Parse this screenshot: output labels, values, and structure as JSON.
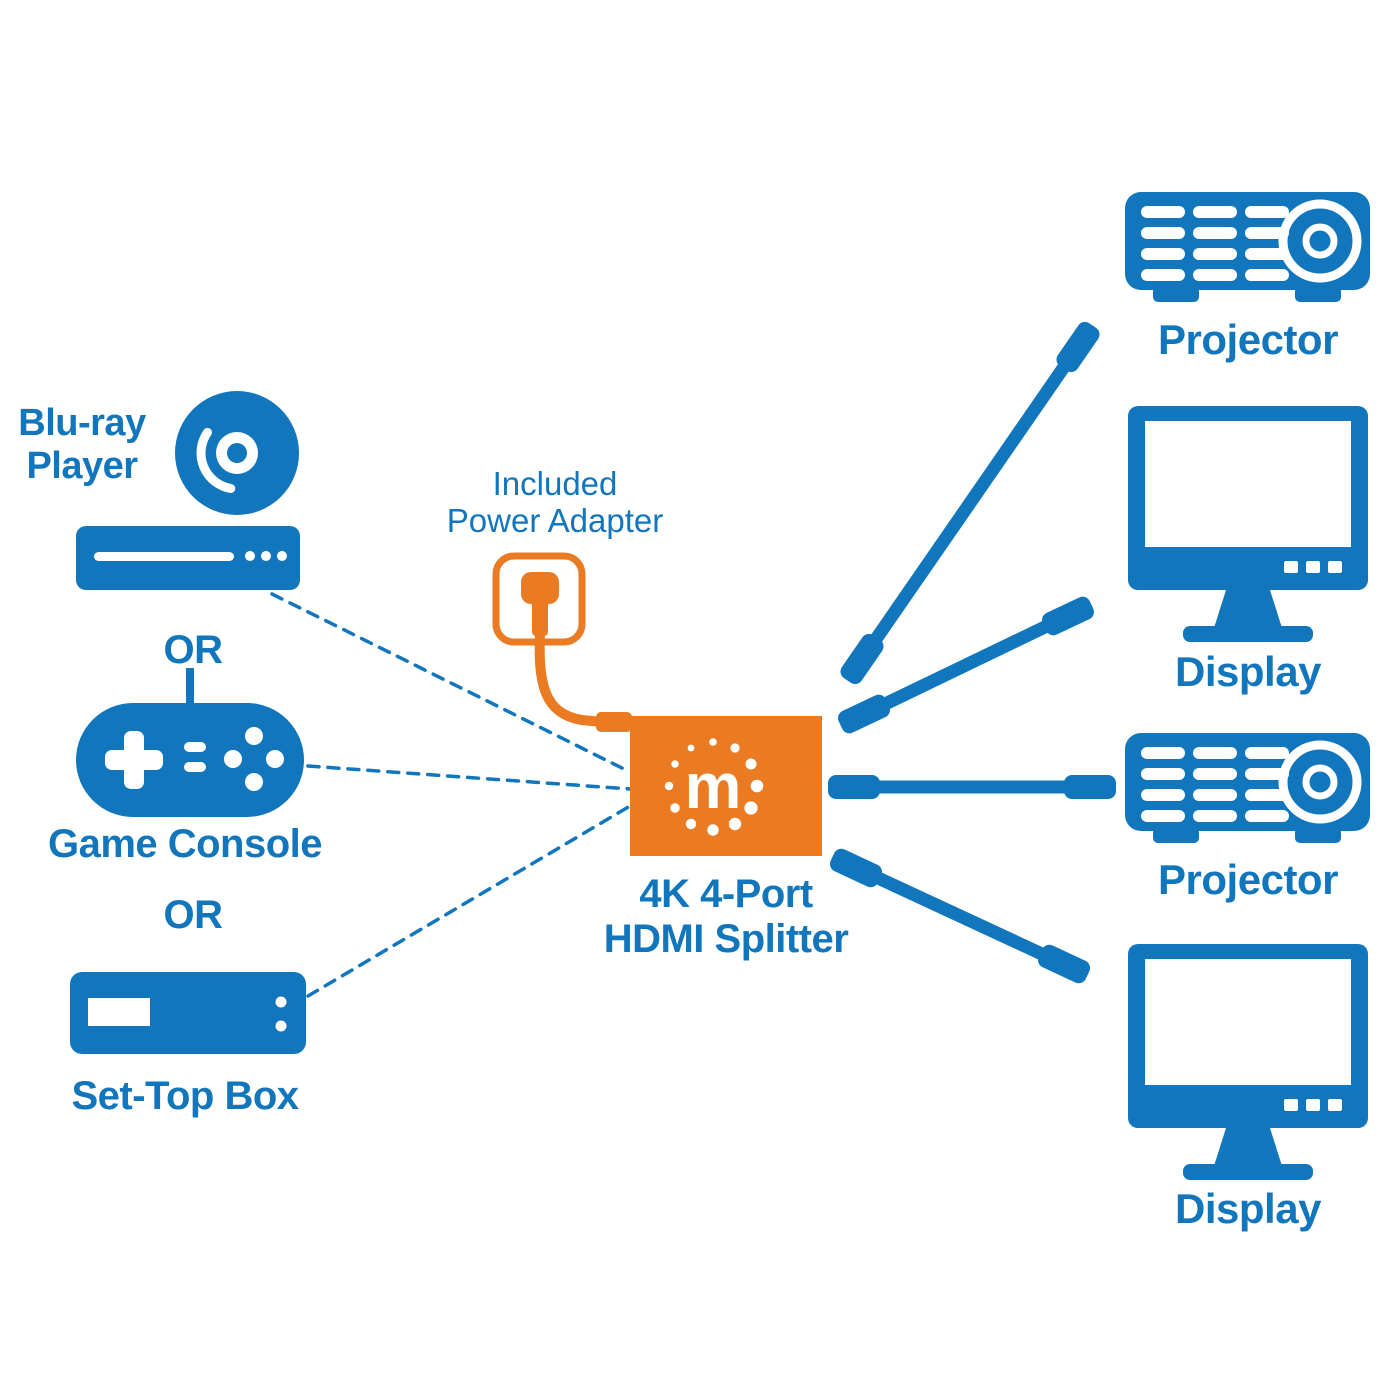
{
  "colors": {
    "blue": "#1176bc",
    "orange": "#ea7b22"
  },
  "sources": {
    "bluray_line1": "Blu-ray",
    "bluray_line2": "Player",
    "or_1": "OR",
    "game_console": "Game Console",
    "or_2": "OR",
    "settop": "Set-Top Box"
  },
  "power_adapter": {
    "line1": "Included",
    "line2": "Power Adapter"
  },
  "splitter": {
    "logo": "m",
    "line1": "4K 4-Port",
    "line2": "HDMI Splitter"
  },
  "outputs": [
    {
      "label": "Projector"
    },
    {
      "label": "Display"
    },
    {
      "label": "Projector"
    },
    {
      "label": "Display"
    }
  ]
}
